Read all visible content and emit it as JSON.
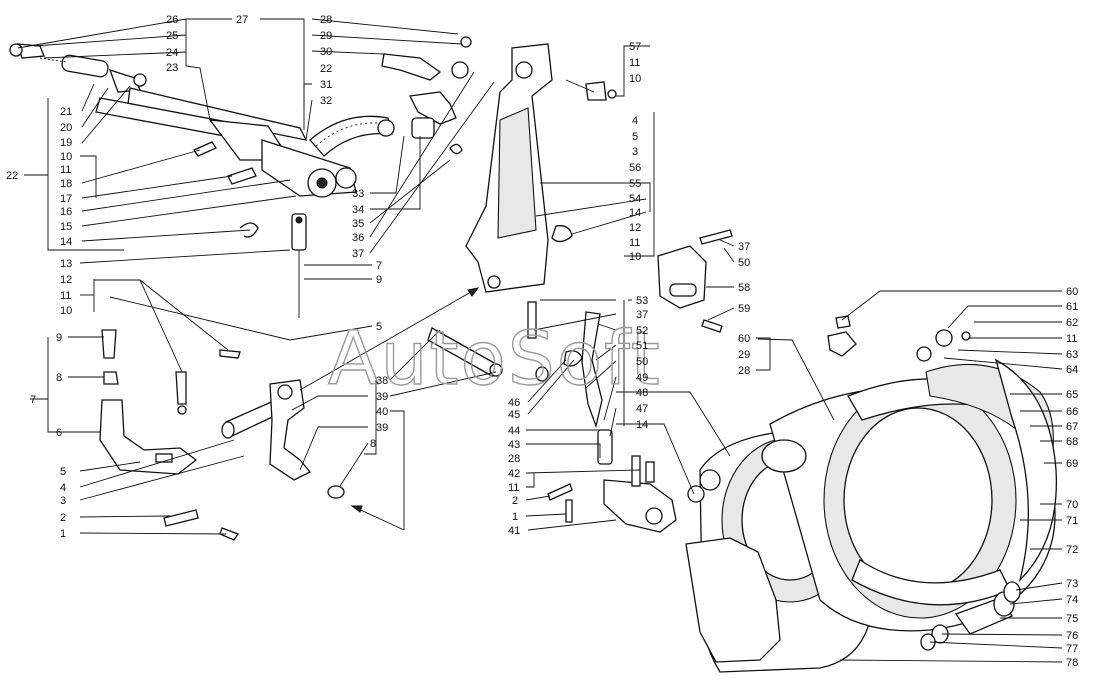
{
  "watermark": "AutoSoft",
  "callouts": {
    "c1": "26",
    "c2": "27",
    "c3": "25",
    "c4": "24",
    "c5": "23",
    "c6": "28",
    "c7": "29",
    "c8": "30",
    "c9": "22",
    "c10": "31",
    "c11": "32",
    "c12": "57",
    "c13": "11",
    "c14": "10",
    "c15": "21",
    "c16": "20",
    "c17": "19",
    "c18": "4",
    "c19": "5",
    "c20": "3",
    "c21": "56",
    "c22": "55",
    "c23": "54",
    "c24": "14",
    "c25": "12",
    "c26": "11",
    "c27": "10",
    "c28": "22",
    "c29": "10",
    "c30": "11",
    "c31": "18",
    "c32": "17",
    "c33": "16",
    "c34": "15",
    "c35": "14",
    "c36": "33",
    "c37": "34",
    "c38": "35",
    "c39": "36",
    "c40": "37",
    "c41": "37",
    "c42": "50",
    "c43": "58",
    "c44": "59",
    "c45": "60",
    "c46": "29",
    "c47": "28",
    "c48": "13",
    "c49": "7",
    "c50": "9",
    "c51": "12",
    "c52": "11",
    "c53": "10",
    "c54": "5",
    "c55": "9",
    "c56": "8",
    "c57": "7",
    "c58": "6",
    "c59": "5",
    "c60": "4",
    "c61": "3",
    "c62": "2",
    "c63": "1",
    "c64": "38",
    "c65": "39",
    "c66": "40",
    "c67": "39",
    "c68": "8",
    "c69": "53",
    "c70": "37",
    "c71": "52",
    "c72": "51",
    "c73": "50",
    "c74": "49",
    "c75": "48",
    "c76": "47",
    "c77": "14",
    "c78": "46",
    "c79": "45",
    "c80": "44",
    "c81": "43",
    "c82": "28",
    "c83": "42",
    "c84": "11",
    "c85": "2",
    "c86": "1",
    "c87": "41",
    "c88": "60",
    "c89": "61",
    "c90": "62",
    "c91": "11",
    "c92": "63",
    "c93": "64",
    "c94": "65",
    "c95": "66",
    "c96": "67",
    "c97": "68",
    "c98": "69",
    "c99": "70",
    "c100": "71",
    "c101": "72",
    "c102": "73",
    "c103": "74",
    "c104": "75",
    "c105": "76",
    "c106": "77",
    "c107": "78"
  }
}
